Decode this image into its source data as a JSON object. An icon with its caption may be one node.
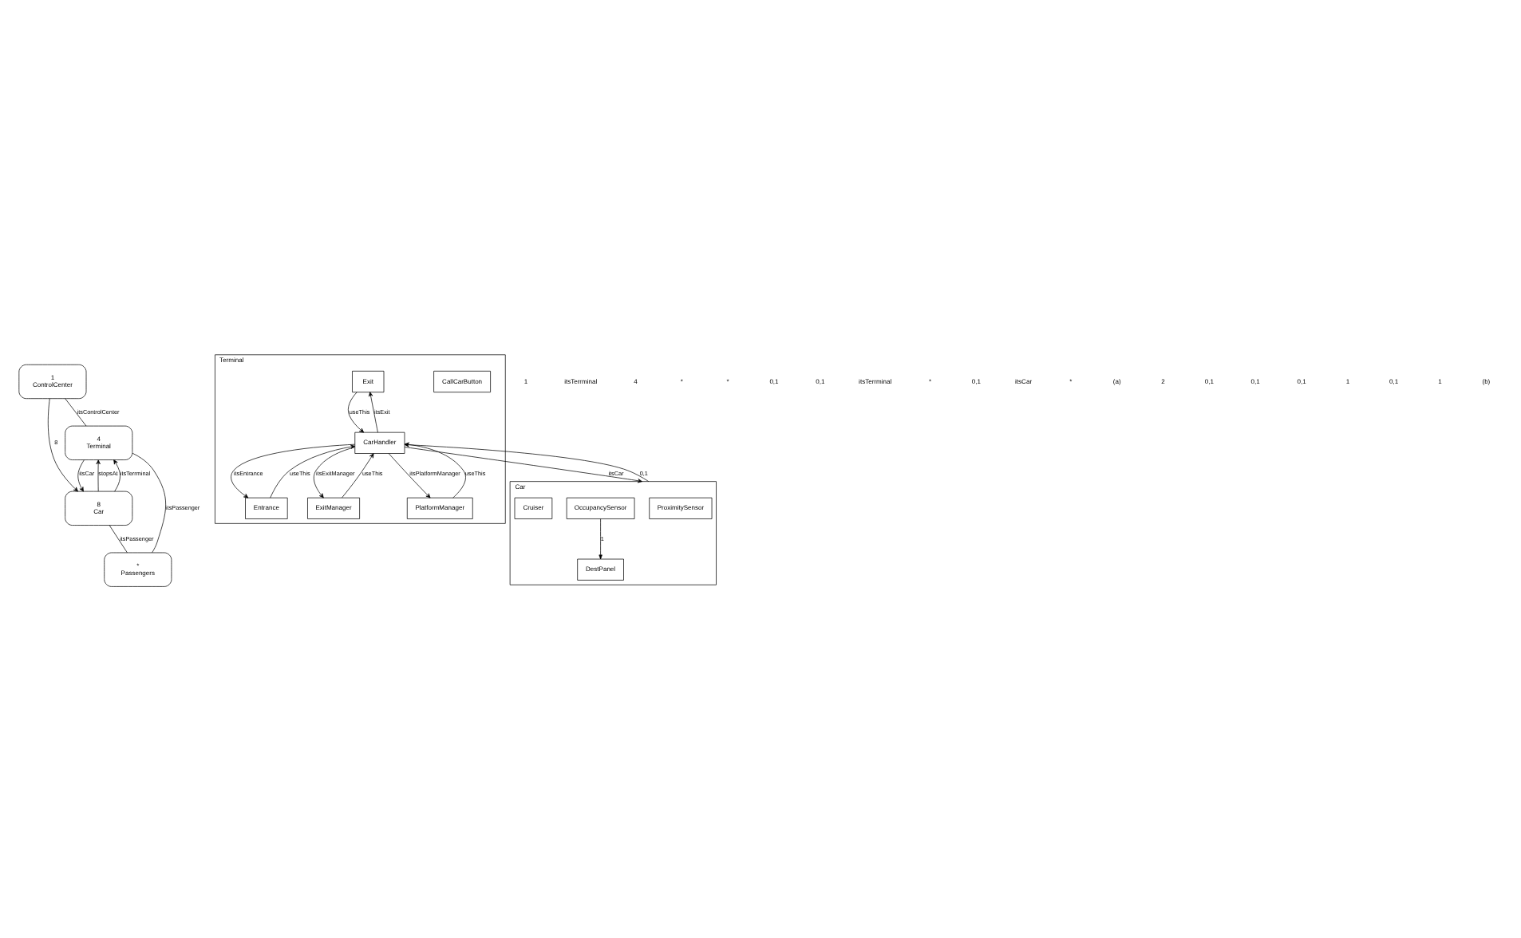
{
  "diagram": {
    "nodes": [
      {
        "text": [
          "1",
          "ControlCenter"
        ]
      },
      {
        "text": [
          "4",
          "Terminal"
        ]
      },
      {
        "text": [
          "8",
          "Car"
        ]
      },
      {
        "text": [
          "*",
          "Passengers"
        ]
      },
      {
        "text": [
          "Terminal"
        ]
      },
      {
        "text": [
          "CallCarButton"
        ],
        "in": 4
      },
      {
        "text": [
          "Exit"
        ],
        "in": 4
      },
      {
        "text": [
          "Entrance"
        ],
        "in": 4
      },
      {
        "text": [
          "CarHandler"
        ],
        "in": 4
      },
      {
        "text": [
          "ExitManager"
        ],
        "in": 4
      },
      {
        "text": [
          "PlatformManager"
        ],
        "in": 4
      },
      {
        "text": [
          "Car"
        ]
      },
      {
        "text": [
          "ProximitySensor"
        ],
        "in": 11
      },
      {
        "text": [
          "OccupancySensor"
        ],
        "in": 11
      },
      {
        "text": [
          "Cruiser"
        ],
        "in": 11
      },
      {
        "text": [
          "DestPanel"
        ],
        "in": 11
      }
    ],
    "edges": [
      {
        "from": 0,
        "to": 1,
        "arrow": "none",
        "label": "itsControlCenter"
      },
      {
        "from": 0,
        "to": 2,
        "arrow": "to",
        "label": "8"
      },
      {
        "from": 2,
        "to": 1,
        "arrow": "to",
        "label": "stopsAt"
      },
      {
        "from": 1,
        "to": 2,
        "arrow": "to",
        "label": "itsCar"
      },
      {
        "from": 2,
        "to": 1,
        "arrow": "to",
        "label": "itsTerrminal"
      },
      {
        "from": 1,
        "to": 3,
        "arrow": "none",
        "label": "itsPassenger"
      },
      {
        "from": 2,
        "to": 3,
        "arrow": "none",
        "label": "itsPassenger"
      },
      {
        "from": 8,
        "to": 6,
        "arrow": "to",
        "label": "itsExit"
      },
      {
        "from": 6,
        "to": 8,
        "arrow": "to",
        "label": "useThis"
      },
      {
        "from": 8,
        "to": 7,
        "arrow": "to",
        "label": "itsEntrance"
      },
      {
        "from": 7,
        "to": 8,
        "arrow": "to",
        "label": "useThis"
      },
      {
        "from": 9,
        "to": 8,
        "arrow": "to",
        "label": "useThis"
      },
      {
        "from": 8,
        "to": 9,
        "arrow": "to",
        "label": "itsExitManager"
      },
      {
        "from": 10,
        "to": 8,
        "arrow": "to",
        "label": "useThis"
      },
      {
        "from": 8,
        "to": 10,
        "arrow": "to",
        "label": "itsPlatformManager"
      },
      {
        "from": 8,
        "to": 11,
        "arrow": "to",
        "label": "itsCar"
      },
      {
        "from": 11,
        "to": 8,
        "arrow": "to",
        "label": "0,1"
      },
      {
        "from": 13,
        "to": 15,
        "arrow": "to",
        "label": "1"
      }
    ],
    "labels": [
      "1",
      "itsTerrminal",
      "4",
      "*",
      "*",
      "0,1",
      "0,1",
      "itsTerrminal",
      "*",
      "0,1",
      "itsCar",
      "*",
      "(a)",
      "2",
      "0,1",
      "0,1",
      "0,1",
      "1",
      "0,1",
      "1",
      "(b)"
    ]
  }
}
